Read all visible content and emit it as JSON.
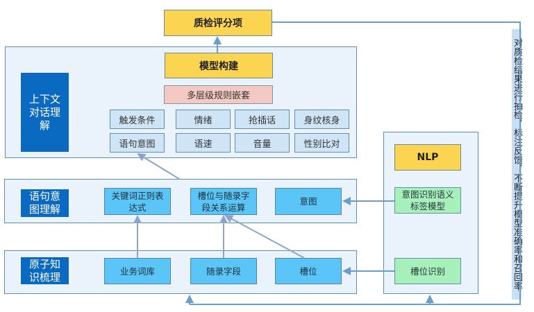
{
  "top_box": "质检评分项",
  "side_note": "对质检结果进行抽检，标注反馈，不断提升模型准确率和召回率",
  "context_panel": {
    "label": "上下文对话理解",
    "model_build": "模型构建",
    "rule_nesting": "多层级规则嵌套",
    "items": [
      "触发条件",
      "情绪",
      "抢插话",
      "身纹核身",
      "语句意图",
      "语速",
      "音量",
      "性别比对"
    ]
  },
  "intent_panel": {
    "label": "语句意图理解",
    "items": [
      "关键词正则表达式",
      "槽位与随录字段关系运算",
      "意图"
    ]
  },
  "atomic_panel": {
    "label": "原子知识梳理",
    "items": [
      "业务词库",
      "随录字段",
      "槽位"
    ]
  },
  "nlp_panel": {
    "title": "NLP",
    "intent_model": "意图识别语义标签模型",
    "slot_recognition": "槽位识别"
  },
  "colors": {
    "yellow": "#fbd451",
    "dark_blue": "#0a69c1",
    "blue": "#5ac5f6",
    "green": "#a7efbb",
    "line": "#6a9ccc"
  }
}
